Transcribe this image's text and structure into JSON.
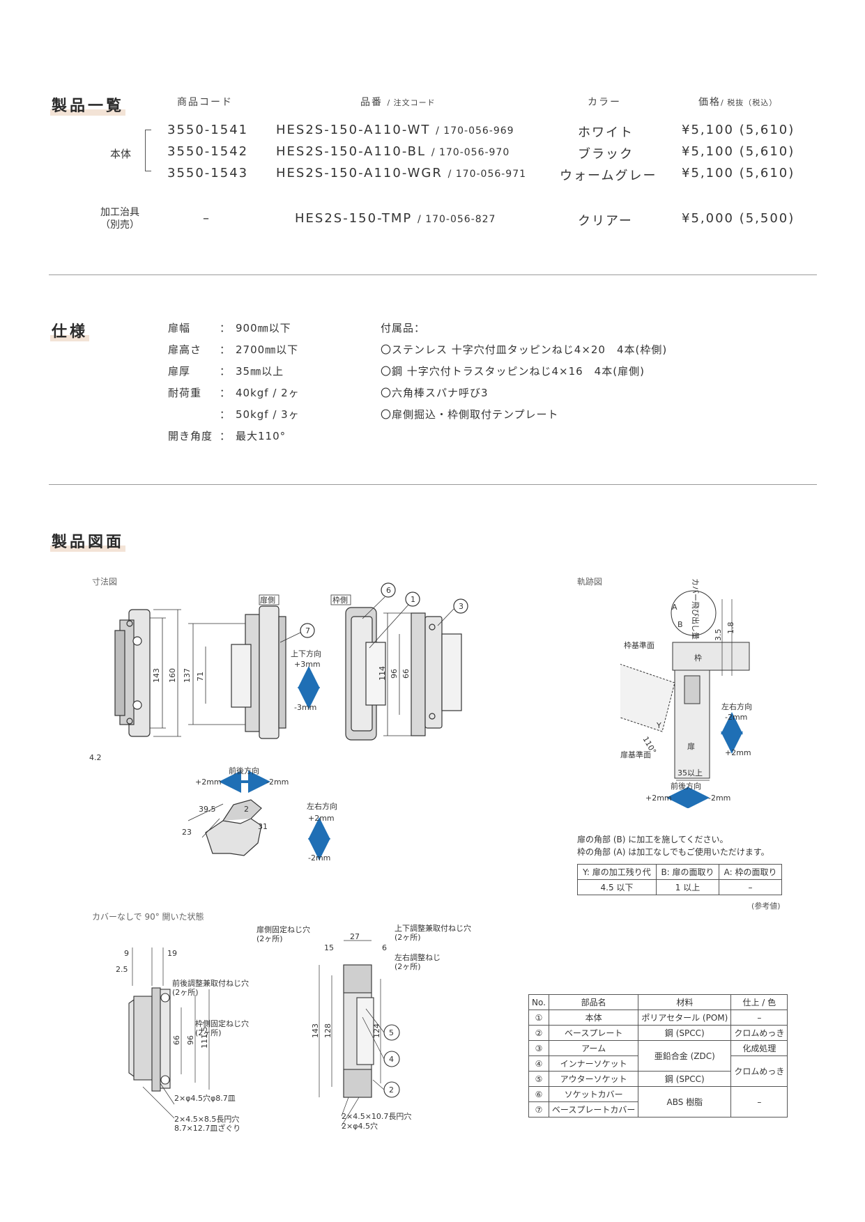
{
  "product_list": {
    "title": "製品一覧",
    "headers": {
      "code": "商品コード",
      "part_main": "品番",
      "part_sub": "/ 注文コード",
      "color": "カラー",
      "price_main": "価格",
      "price_sub": "/ 税抜（税込）"
    },
    "group_main_label": "本体",
    "rows": [
      {
        "code": "3550-1541",
        "part": "HES2S-150-A110-WT",
        "order": "/ 170-056-969",
        "color": "ホワイト",
        "price": "¥5,100 (5,610)"
      },
      {
        "code": "3550-1542",
        "part": "HES2S-150-A110-BL",
        "order": "/ 170-056-970",
        "color": "ブラック",
        "price": "¥5,100 (5,610)"
      },
      {
        "code": "3550-1543",
        "part": "HES2S-150-A110-WGR",
        "order": "/ 170-056-971",
        "color": "ウォームグレー",
        "price": "¥5,100 (5,610)"
      }
    ],
    "jig": {
      "label1": "加工治具",
      "label2": "（別売）",
      "code": "–",
      "part": "HES2S-150-TMP",
      "order": "/ 170-056-827",
      "color": "クリアー",
      "price": "¥5,000 (5,500)"
    }
  },
  "spec": {
    "title": "仕様",
    "items": [
      {
        "label": "扉幅",
        "sep": "：",
        "value": "900㎜以下"
      },
      {
        "label": "扉高さ",
        "sep": "：",
        "value": "2700㎜以下"
      },
      {
        "label": "扉厚",
        "sep": "：",
        "value": "35㎜以上"
      },
      {
        "label": "耐荷重",
        "sep": "：",
        "value": "40kgf / 2ヶ"
      },
      {
        "label": "",
        "sep": "：",
        "value": "50kgf / 3ヶ"
      },
      {
        "label": "開き角度",
        "sep": "：",
        "value": "最大110°"
      }
    ],
    "accessories_title": "付属品：",
    "accessories": [
      "〇ステンレス 十字穴付皿タッピンねじ4×20　4本(枠側)",
      "〇鋼 十字穴付トラスタッピンねじ4×16　4本(扉側)",
      "〇六角棒スパナ呼び3",
      "〇扉側掘込・枠側取付テンプレート"
    ]
  },
  "drawing": {
    "title": "製品図面",
    "dim_caption": "寸法図",
    "track_caption": "軌跡図",
    "open_caption": "カバーなしで 90° 開いた状態",
    "labels": {
      "door_side": "扉側",
      "frame_side": "枠側",
      "updown": "上下方向",
      "plus3": "+3mm",
      "minus3": "-3mm",
      "frontback": "前後方向",
      "plus2": "+2mm",
      "minus2": "-2mm",
      "leftright": "左右方向",
      "d143": "143",
      "d160": "160",
      "d137": "137",
      "d71": "71",
      "d42": "4.2",
      "d114": "114",
      "d96": "96",
      "d66": "66",
      "d395": "39.5",
      "d23": "23",
      "d2": "2",
      "d31": "31",
      "n1": "1",
      "n2": "2",
      "n3": "3",
      "n4": "4",
      "n5": "5",
      "n6": "6",
      "n7": "7",
      "frame_ref": "枠基準面",
      "frame": "枠",
      "door": "扉",
      "door_ref": "扉基準面",
      "A": "A",
      "B": "B",
      "Y": "Y",
      "ang110": "110°",
      "d35": "35以上",
      "d35b": "3.5",
      "d18": "1.8",
      "cover_out": "カバー飛び出し量",
      "d9": "9",
      "d19": "19",
      "d25": "2.5",
      "d1115": "111.5",
      "d128": "128",
      "d124": "124",
      "d27": "27",
      "d15": "15",
      "d6": "6",
      "fb_hole": "前後調整兼取付ねじ穴",
      "two_places": "(2ヶ所)",
      "frame_fix": "枠側固定ねじ穴",
      "door_fix": "扉側固定ねじ穴",
      "ud_hole": "上下調整兼取付ねじ穴",
      "lr_screw": "左右調整ねじ",
      "hole_a": "2×φ4.5穴φ8.7皿",
      "hole_b": "2×4.5×8.5長円穴",
      "hole_c": "8.7×12.7皿ざぐり",
      "hole_d": "2×4.5×10.7長円穴",
      "hole_e": "2×φ4.5穴"
    },
    "note1": "扉の角部 (B) に加工を施してください。",
    "note2": "枠の角部 (A) は加工なしでもご使用いただけます。",
    "machining_table": {
      "headers": [
        "Y: 扉の加工残り代",
        "B: 扉の面取り",
        "A: 枠の面取り"
      ],
      "row": [
        "4.5 以下",
        "1 以上",
        "–"
      ],
      "ref": "(参考値)"
    },
    "parts_table": {
      "headers": [
        "No.",
        "部品名",
        "材料",
        "仕上 / 色"
      ],
      "rows": [
        {
          "no": "①",
          "name": "本体",
          "mat": "ポリアセタール (POM)",
          "fin": "–"
        },
        {
          "no": "②",
          "name": "ベースプレート",
          "mat": "鋼 (SPCC)",
          "fin": "クロムめっき"
        },
        {
          "no": "③",
          "name": "アーム",
          "mat": "亜鉛合金 (ZDC)",
          "fin": "化成処理"
        },
        {
          "no": "④",
          "name": "インナーソケット",
          "mat": "",
          "fin": "クロムめっき"
        },
        {
          "no": "⑤",
          "name": "アウターソケット",
          "mat": "鋼 (SPCC)",
          "fin": ""
        },
        {
          "no": "⑥",
          "name": "ソケットカバー",
          "mat": "ABS 樹脂",
          "fin": "–"
        },
        {
          "no": "⑦",
          "name": "ベースプレートカバー",
          "mat": "",
          "fin": ""
        }
      ]
    }
  }
}
